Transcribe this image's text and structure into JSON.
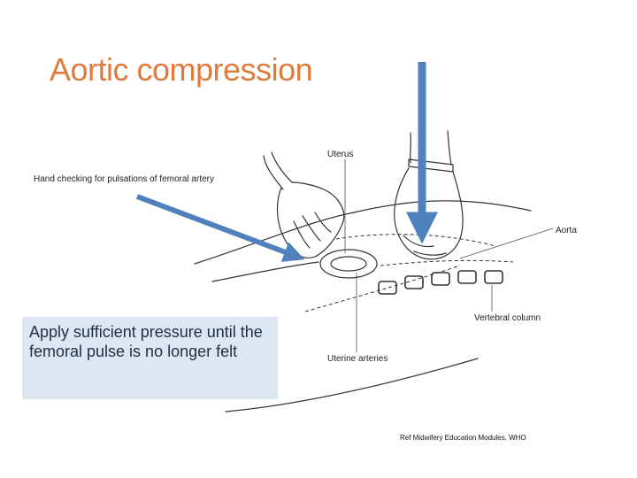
{
  "slide": {
    "title": "Aortic compression",
    "title_color": "#e07b3c",
    "arrow_color": "#4f81bd"
  },
  "figure": {
    "labels": {
      "hand": "Hand checking for pulsations of femoral artery",
      "uterus": "Uterus",
      "aorta": "Aorta",
      "vertebral": "Vertebral column",
      "uterine_arteries": "Uterine arteries"
    }
  },
  "callout": {
    "text": "Apply sufficient pressure until the femoral pulse is no longer felt"
  },
  "reference": {
    "text": "Ref Midwifery Education Modules, WHO"
  }
}
